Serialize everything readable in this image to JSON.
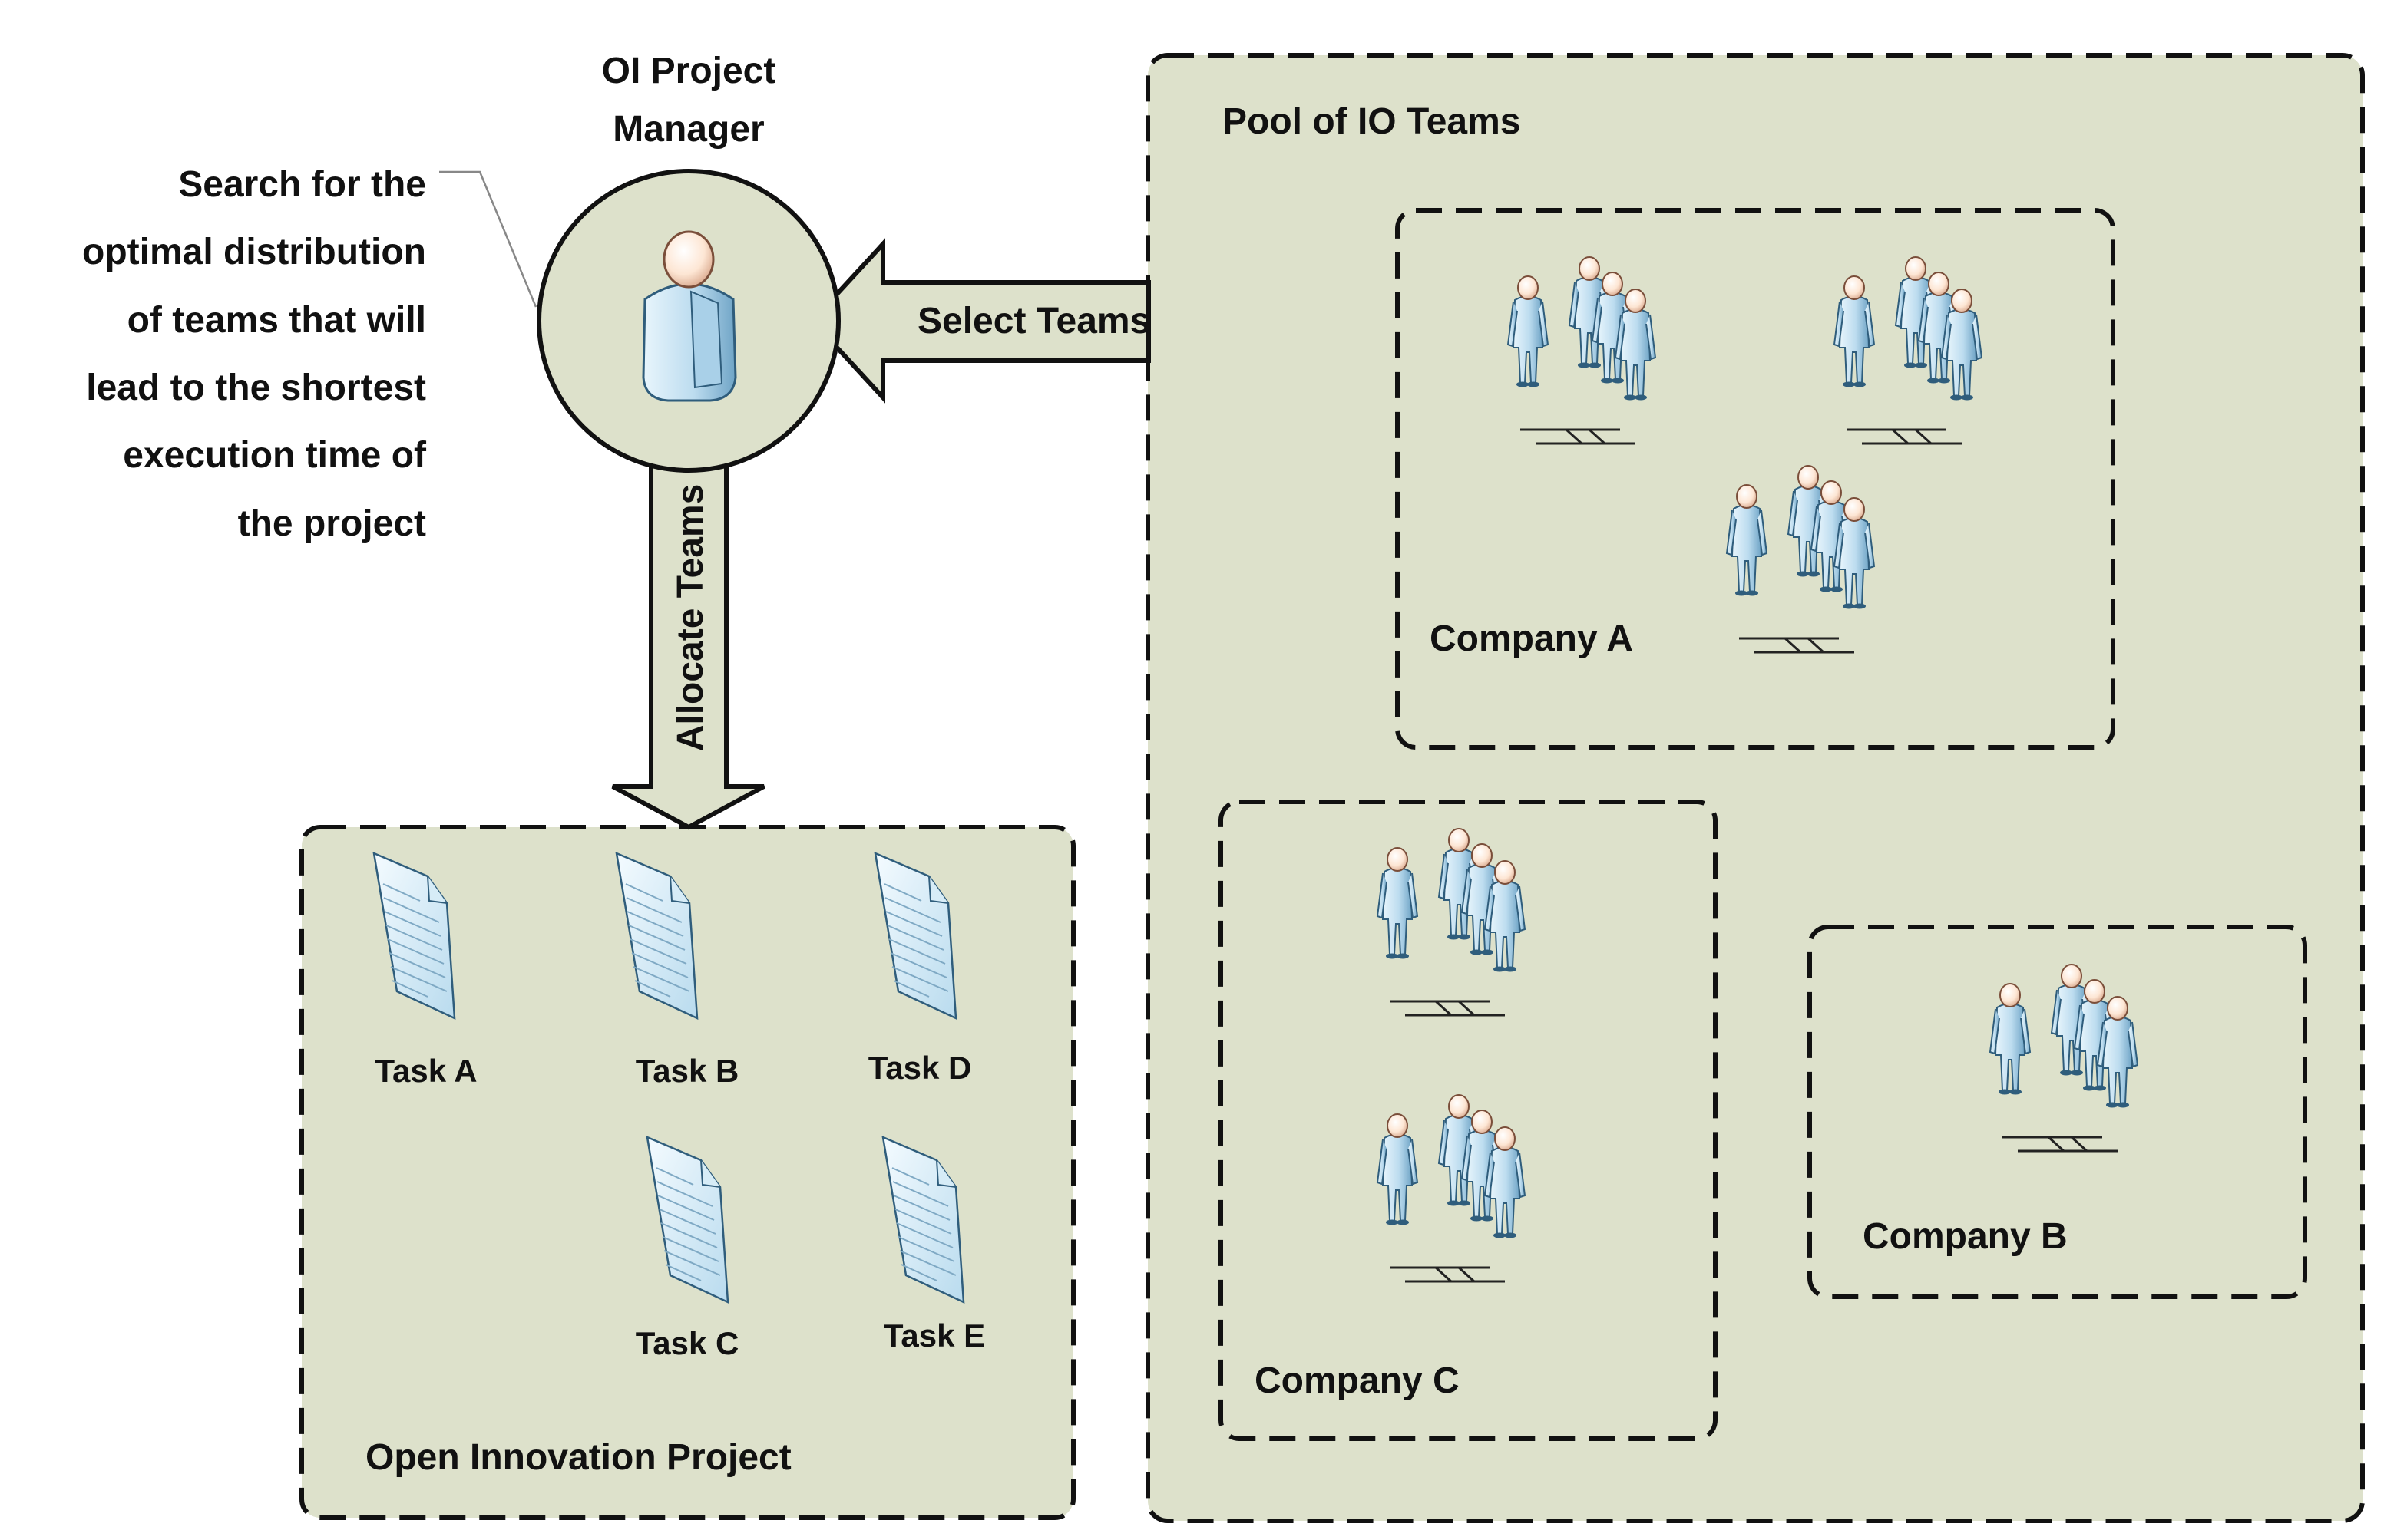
{
  "manager": {
    "title_line1": "OI Project",
    "title_line2": "Manager",
    "note_lines": [
      "Search for the",
      "optimal distribution",
      "of teams that will",
      "lead to the shortest",
      "execution time of",
      "the project"
    ]
  },
  "arrows": {
    "select": "Select Teams",
    "allocate": "Allocate Teams"
  },
  "pool": {
    "title": "Pool of IO Teams",
    "companies": {
      "a": "Company A",
      "b": "Company B",
      "c": "Company C"
    }
  },
  "project": {
    "title": "Open Innovation Project",
    "tasks": [
      "Task A",
      "Task B",
      "Task D",
      "Task C",
      "Task E"
    ]
  },
  "colors": {
    "box_fill": "#dde1cb",
    "person_fill": "#c7e3f3",
    "person_shade": "#7fb3d3",
    "head_fill": "#fde6d4"
  }
}
